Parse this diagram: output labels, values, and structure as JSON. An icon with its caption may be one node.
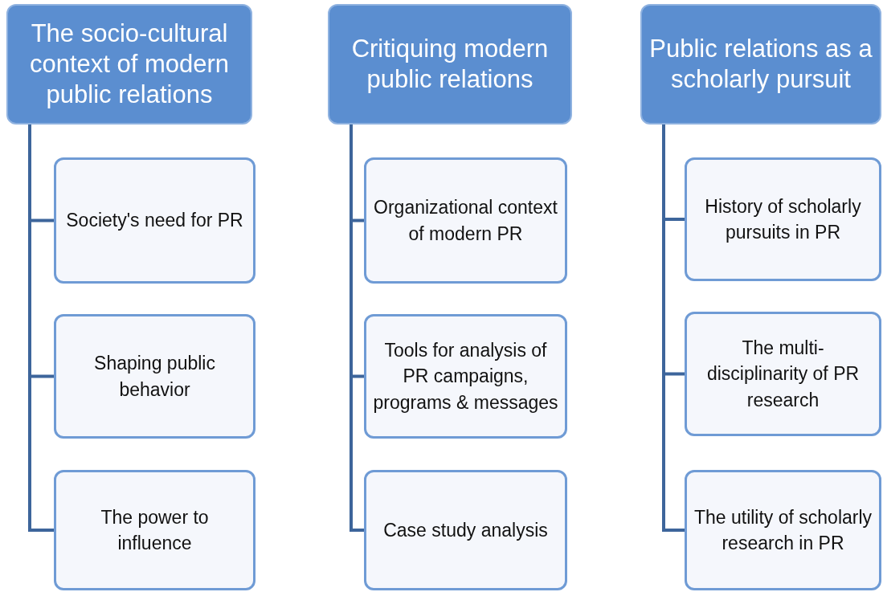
{
  "diagram": {
    "nodes": [
      {
        "text": [
          "The socio-cultural context of modern public relations"
        ]
      },
      {
        "text": [
          "Society's need for PR"
        ]
      },
      {
        "text": [
          "Shaping public behavior"
        ]
      },
      {
        "text": [
          "The power to influence"
        ]
      },
      {
        "text": [
          "Critiquing modern public relations"
        ]
      },
      {
        "text": [
          "Organizational context of modern PR"
        ]
      },
      {
        "text": [
          "Tools for analysis of PR campaigns, programs & messages"
        ]
      },
      {
        "text": [
          "Case study analysis"
        ]
      },
      {
        "text": [
          "Public relations as a scholarly pursuit"
        ]
      },
      {
        "text": [
          "History of scholarly pursuits in PR"
        ]
      },
      {
        "text": [
          "The multi-disciplinarity of PR research"
        ]
      },
      {
        "text": [
          "The utility of scholarly research in PR"
        ]
      }
    ],
    "edges": [
      {
        "from": 0,
        "to": 1,
        "arrow": "none"
      },
      {
        "from": 0,
        "to": 2,
        "arrow": "none"
      },
      {
        "from": 0,
        "to": 3,
        "arrow": "none"
      },
      {
        "from": 4,
        "to": 5,
        "arrow": "none"
      },
      {
        "from": 4,
        "to": 6,
        "arrow": "none"
      },
      {
        "from": 4,
        "to": 7,
        "arrow": "none"
      },
      {
        "from": 8,
        "to": 9,
        "arrow": "none"
      },
      {
        "from": 8,
        "to": 10,
        "arrow": "none"
      },
      {
        "from": 8,
        "to": 11,
        "arrow": "none"
      }
    ]
  }
}
